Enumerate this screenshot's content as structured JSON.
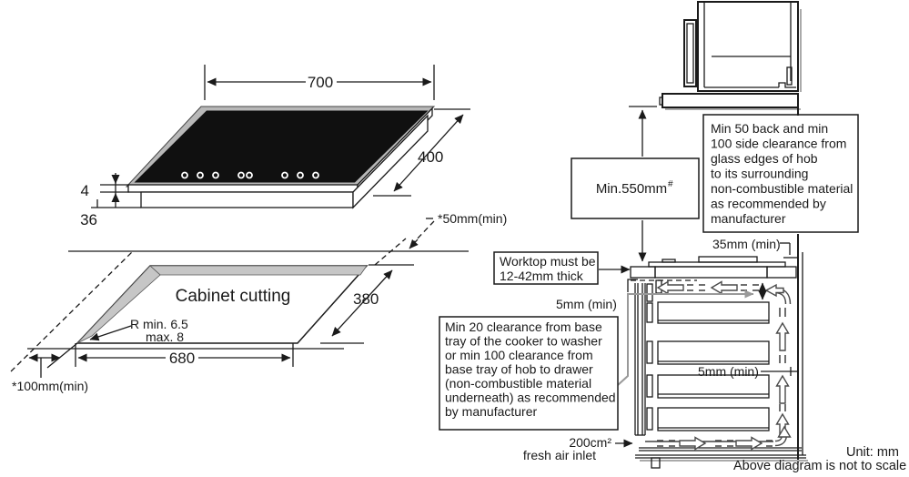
{
  "footer": {
    "unit": "Unit: mm",
    "scale": "Above diagram is not to scale"
  },
  "hob_view": {
    "width": "700",
    "depth": "400",
    "glass_thickness": "4",
    "body_height": "36",
    "side_clearance": "*50mm(min)"
  },
  "cutout": {
    "title": "Cabinet cutting",
    "depth": "380",
    "width": "680",
    "radius": "R  min. 6.5",
    "radius_max": "max. 8",
    "front_clearance": "*100mm(min)"
  },
  "installation": {
    "hood_clearance": "Min.550mm",
    "hood_clearance_sup": "#",
    "top_gap": "35mm (min)",
    "under_hob_gap": "5mm (min)",
    "rear_gap": "5mm (min)",
    "worktop_note": [
      "Worktop must be",
      "12-42mm thick"
    ],
    "side_note": [
      "Min 50 back and min",
      "100 side clearance from",
      "glass edges of hob",
      "to its surrounding",
      "non-combustible material",
      "as recommended by",
      "manufacturer"
    ],
    "base_note": [
      "Min 20 clearance from base",
      "tray of the cooker to washer",
      "or min 100 clearance from",
      "base tray of hob to drawer",
      "(non-combustible material",
      "underneath) as recommended",
      "by manufacturer"
    ],
    "air_inlet_area": "200cm²",
    "air_inlet_label": "fresh air inlet"
  }
}
